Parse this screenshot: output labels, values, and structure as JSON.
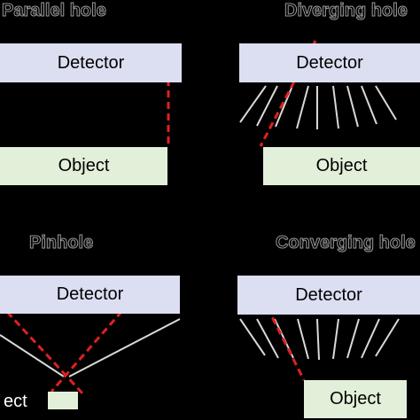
{
  "colors": {
    "background": "#000000",
    "detector_fill": "#dcdff2",
    "object_fill": "#e2efd9",
    "ray_color": "#e02020",
    "septa_color": "#d9d9d9"
  },
  "panels": {
    "parallel": {
      "title": "Parallel hole",
      "detector": "Detector",
      "object": "Object"
    },
    "diverging": {
      "title": "Diverging hole",
      "detector": "Detector",
      "object": "Object"
    },
    "pinhole": {
      "title": "Pinhole",
      "detector": "Detector",
      "object_label": "ect"
    },
    "converging": {
      "title": "Converging hole",
      "detector": "Detector",
      "object": "Object"
    }
  }
}
